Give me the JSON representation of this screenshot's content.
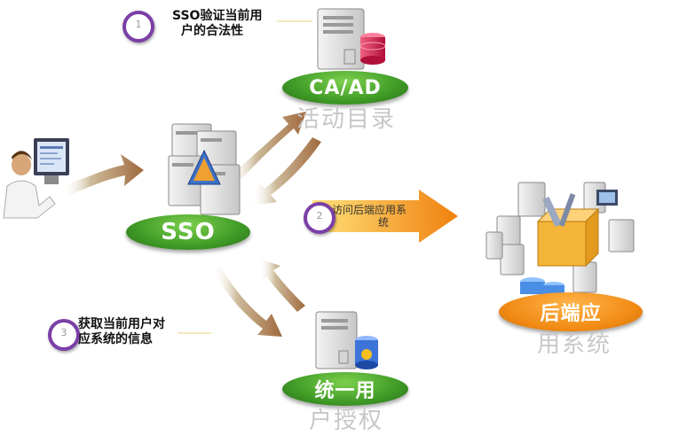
{
  "nodes": {
    "ca_ad": {
      "title": "CA/AD",
      "subtitle": "活动目录"
    },
    "sso": {
      "title": "SSO"
    },
    "backend": {
      "title": "后端应",
      "subtitle": "用系统"
    },
    "authz": {
      "title": "统一用",
      "subtitle": "户授权"
    }
  },
  "notes": {
    "step_top": {
      "line1": "SSO验证当前用",
      "line2": "户的合法性"
    },
    "step_middle": {
      "line1": "访问后端应用系",
      "line2": "统"
    },
    "step_bottom": {
      "line1": "获取当前用户对",
      "line2": "应系统的信息"
    }
  },
  "colors": {
    "green_label": "#3f9a26",
    "orange_label": "#f18a14",
    "badge_ring": "#7b3fa7",
    "arrow": "#b98b5c"
  },
  "icons": {
    "user": "user-at-computer-icon",
    "sso": "server-cluster-icon",
    "ca_ad": "directory-server-icon",
    "authz": "authorization-server-icon",
    "backend": "application-servers-icon"
  }
}
